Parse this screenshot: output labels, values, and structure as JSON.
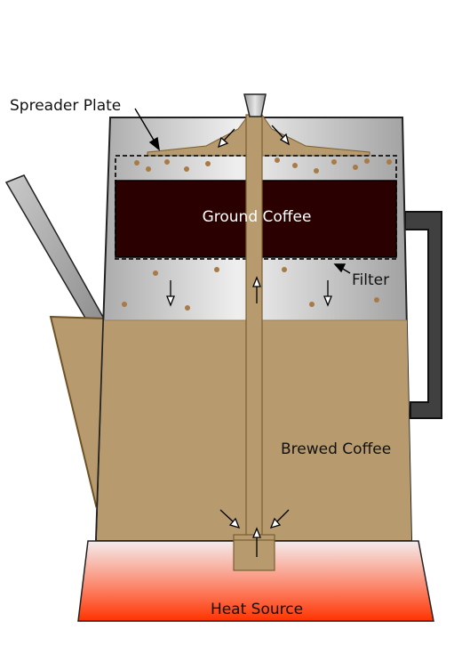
{
  "labels": {
    "spreader_plate": "Spreader Plate",
    "ground_coffee": "Ground Coffee",
    "filter": "Filter",
    "brewed_coffee": "Brewed Coffee",
    "heat_source": "Heat Source"
  },
  "colors": {
    "coffee": "#b79b6e",
    "coffee_dark": "#6e5226",
    "grounds_block": "#2a0000",
    "grounds_dot": "#a87a46",
    "handle": "#404040",
    "heat_top": "#f6ecec",
    "heat_bottom": "#ff3300",
    "metal_light": "#eeeeee",
    "metal_dark": "#9a9a9a"
  },
  "icons": {
    "flow_arrows": "arrow-icon"
  }
}
